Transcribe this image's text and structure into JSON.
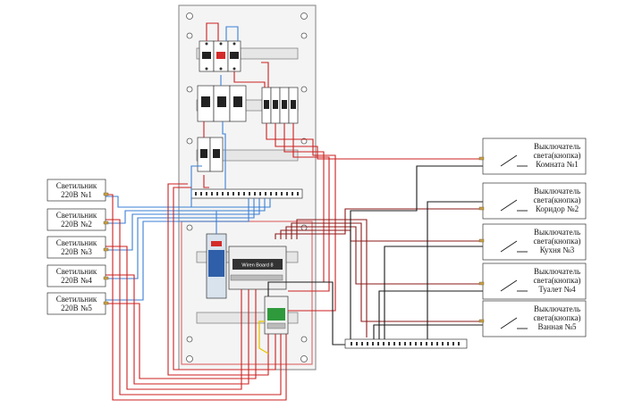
{
  "lamps": [
    {
      "line1": "Светильник",
      "line2": "220В №1"
    },
    {
      "line1": "Светильник",
      "line2": "220В №2"
    },
    {
      "line1": "Светильник",
      "line2": "220В №3"
    },
    {
      "line1": "Светильник",
      "line2": "220В №4"
    },
    {
      "line1": "Светильник",
      "line2": "220В №5"
    }
  ],
  "switches": [
    {
      "line1": "Выключатель",
      "line2": "света(кнопка)",
      "line3": "Комната №1"
    },
    {
      "line1": "Выключатель",
      "line2": "света(кнопка)",
      "line3": "Коридор №2"
    },
    {
      "line1": "Выключатель",
      "line2": "света(кнопка)",
      "line3": "Кухня №3"
    },
    {
      "line1": "Выключатель",
      "line2": "света(кнопка)",
      "line3": "Туалет №4"
    },
    {
      "line1": "Выключатель",
      "line2": "света(кнопка)",
      "line3": "Ванная №5"
    }
  ],
  "controller": {
    "label": "Wiren Board 8"
  },
  "wire_colors": {
    "phase": "#cc1f1f",
    "neutral": "#3a7fd5",
    "signal": "#1a1a1a",
    "dark_red": "#8b1a1a",
    "yellow": "#e8c600"
  }
}
